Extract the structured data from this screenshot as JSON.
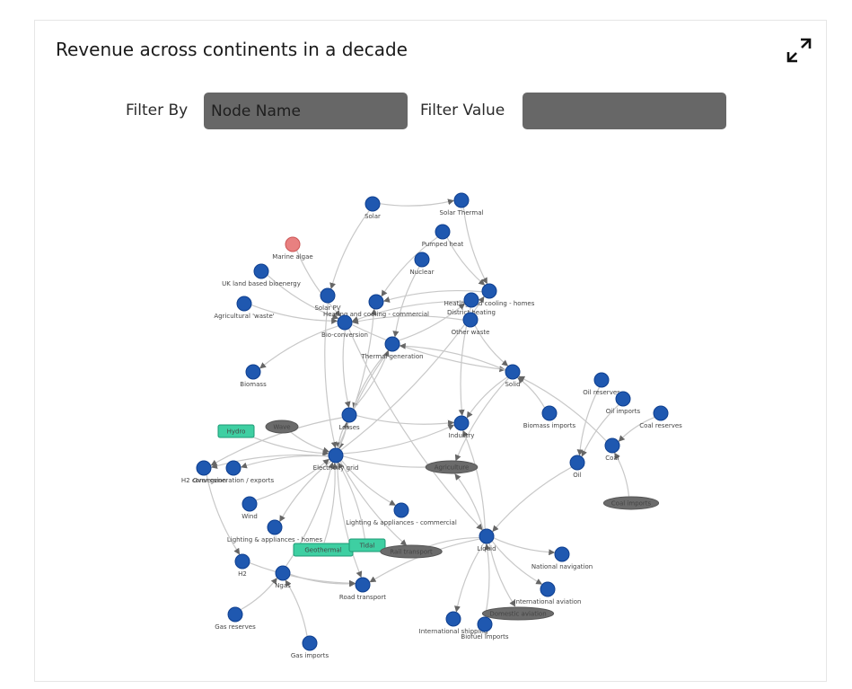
{
  "title": "Revenue across continents in a decade",
  "filters": {
    "by_label": "Filter By",
    "by_value": "Node Name",
    "value_label": "Filter Value",
    "value_value": ""
  },
  "colors": {
    "node": "#1f58b0",
    "node_stroke": "#0f3f8f",
    "node_highlight": "#e88080",
    "box": "#3ecfa2",
    "ellipse": "#6b6b6b",
    "edge": "#c8c8c8",
    "arrow": "#666666"
  },
  "icons": {
    "expand": "expand-arrows-icon"
  },
  "nodes": [
    {
      "id": "solar",
      "label": "Solar",
      "shape": "circle"
    },
    {
      "id": "solar_thermal",
      "label": "Solar Thermal",
      "shape": "circle"
    },
    {
      "id": "pumped_heat",
      "label": "Pumped heat",
      "shape": "circle"
    },
    {
      "id": "marine_algae",
      "label": "Marine algae",
      "shape": "circle",
      "highlight": true
    },
    {
      "id": "nuclear",
      "label": "Nuclear",
      "shape": "circle"
    },
    {
      "id": "uk_bio",
      "label": "UK land based bioenergy",
      "shape": "circle"
    },
    {
      "id": "solar_pv",
      "label": "Solar PV",
      "shape": "circle"
    },
    {
      "id": "heat_commercial",
      "label": "Heating and cooling - commercial",
      "shape": "circle"
    },
    {
      "id": "heat_homes",
      "label": "Heating and cooling - homes",
      "shape": "circle"
    },
    {
      "id": "district_heating",
      "label": "District heating",
      "shape": "circle"
    },
    {
      "id": "agri_waste",
      "label": "Agricultural 'waste'",
      "shape": "circle"
    },
    {
      "id": "bio_conversion",
      "label": "Bio-conversion",
      "shape": "circle"
    },
    {
      "id": "other_waste",
      "label": "Other waste",
      "shape": "circle"
    },
    {
      "id": "thermal_gen",
      "label": "Thermal generation",
      "shape": "circle"
    },
    {
      "id": "biomass",
      "label": "Biomass",
      "shape": "circle"
    },
    {
      "id": "solid",
      "label": "Solid",
      "shape": "circle"
    },
    {
      "id": "oil_reserves",
      "label": "Oil reserves",
      "shape": "circle"
    },
    {
      "id": "oil_imports",
      "label": "Oil imports",
      "shape": "circle"
    },
    {
      "id": "coal_reserves",
      "label": "Coal reserves",
      "shape": "circle"
    },
    {
      "id": "losses",
      "label": "Losses",
      "shape": "circle"
    },
    {
      "id": "biomass_imports",
      "label": "Biomass imports",
      "shape": "circle"
    },
    {
      "id": "industry",
      "label": "Industry",
      "shape": "circle"
    },
    {
      "id": "hydro",
      "label": "Hydro",
      "shape": "box"
    },
    {
      "id": "wave",
      "label": "Wave",
      "shape": "ellipse"
    },
    {
      "id": "coal",
      "label": "Coal",
      "shape": "circle"
    },
    {
      "id": "h2_conversion",
      "label": "H2 conversion",
      "shape": "circle"
    },
    {
      "id": "over_gen",
      "label": "Over generation / exports",
      "shape": "circle"
    },
    {
      "id": "electricity_grid",
      "label": "Electricity grid",
      "shape": "circle"
    },
    {
      "id": "agriculture",
      "label": "Agriculture",
      "shape": "ellipse"
    },
    {
      "id": "oil",
      "label": "Oil",
      "shape": "circle"
    },
    {
      "id": "coal_imports",
      "label": "Coal imports",
      "shape": "ellipse"
    },
    {
      "id": "wind",
      "label": "Wind",
      "shape": "circle"
    },
    {
      "id": "lighting_commercial",
      "label": "Lighting & appliances - commercial",
      "shape": "circle"
    },
    {
      "id": "lighting_homes",
      "label": "Lighting & appliances - homes",
      "shape": "circle"
    },
    {
      "id": "geothermal",
      "label": "Geothermal",
      "shape": "box"
    },
    {
      "id": "tidal",
      "label": "Tidal",
      "shape": "box"
    },
    {
      "id": "rail_transport",
      "label": "Rail transport",
      "shape": "ellipse"
    },
    {
      "id": "liquid",
      "label": "Liquid",
      "shape": "circle"
    },
    {
      "id": "national_navigation",
      "label": "National navigation",
      "shape": "circle"
    },
    {
      "id": "h2",
      "label": "H2",
      "shape": "circle"
    },
    {
      "id": "ngas",
      "label": "Ngas",
      "shape": "circle"
    },
    {
      "id": "road_transport",
      "label": "Road transport",
      "shape": "circle"
    },
    {
      "id": "international_aviation",
      "label": "International aviation",
      "shape": "circle"
    },
    {
      "id": "domestic_aviation",
      "label": "Domestic aviation",
      "shape": "ellipse"
    },
    {
      "id": "gas_reserves",
      "label": "Gas reserves",
      "shape": "circle"
    },
    {
      "id": "international_shipping",
      "label": "International shipping",
      "shape": "circle"
    },
    {
      "id": "biofuel_imports",
      "label": "Biofuel imports",
      "shape": "circle"
    },
    {
      "id": "gas_imports",
      "label": "Gas imports",
      "shape": "circle"
    }
  ],
  "edges": [
    [
      "solar",
      "solar_pv"
    ],
    [
      "solar",
      "solar_thermal"
    ],
    [
      "solar_thermal",
      "heat_homes"
    ],
    [
      "pumped_heat",
      "heat_homes"
    ],
    [
      "pumped_heat",
      "heat_commercial"
    ],
    [
      "marine_algae",
      "bio_conversion"
    ],
    [
      "uk_bio",
      "bio_conversion"
    ],
    [
      "agri_waste",
      "bio_conversion"
    ],
    [
      "nuclear",
      "thermal_gen"
    ],
    [
      "solar_pv",
      "electricity_grid"
    ],
    [
      "heat_homes",
      "heat_commercial"
    ],
    [
      "district_heating",
      "bio_conversion"
    ],
    [
      "district_heating",
      "industry"
    ],
    [
      "other_waste",
      "bio_conversion"
    ],
    [
      "other_waste",
      "solid"
    ],
    [
      "bio_conversion",
      "biomass"
    ],
    [
      "bio_conversion",
      "gas_node"
    ],
    [
      "bio_conversion",
      "liquid"
    ],
    [
      "bio_conversion",
      "solid"
    ],
    [
      "thermal_gen",
      "electricity_grid"
    ],
    [
      "thermal_gen",
      "district_heating"
    ],
    [
      "thermal_gen",
      "losses"
    ],
    [
      "solid",
      "thermal_gen"
    ],
    [
      "solid",
      "industry"
    ],
    [
      "solid",
      "agriculture"
    ],
    [
      "biomass_imports",
      "solid"
    ],
    [
      "oil_reserves",
      "oil"
    ],
    [
      "oil_imports",
      "oil"
    ],
    [
      "coal_reserves",
      "coal"
    ],
    [
      "coal_imports",
      "coal"
    ],
    [
      "coal",
      "solid"
    ],
    [
      "oil",
      "liquid"
    ],
    [
      "losses",
      "electricity_grid"
    ],
    [
      "gas_node",
      "thermal_gen"
    ],
    [
      "gas_node",
      "industry"
    ],
    [
      "gas_node",
      "electricity_grid"
    ],
    [
      "gas_node",
      "losses"
    ],
    [
      "hydro",
      "electricity_grid"
    ],
    [
      "wave",
      "electricity_grid"
    ],
    [
      "electricity_grid",
      "h2_conversion"
    ],
    [
      "electricity_grid",
      "over_gen"
    ],
    [
      "electricity_grid",
      "losses"
    ],
    [
      "electricity_grid",
      "industry"
    ],
    [
      "electricity_grid",
      "agriculture"
    ],
    [
      "electricity_grid",
      "lighting_commercial"
    ],
    [
      "electricity_grid",
      "lighting_homes"
    ],
    [
      "electricity_grid",
      "road_transport"
    ],
    [
      "electricity_grid",
      "rail_transport"
    ],
    [
      "electricity_grid",
      "heat_commercial"
    ],
    [
      "electricity_grid",
      "heat_homes"
    ],
    [
      "wind",
      "electricity_grid"
    ],
    [
      "geothermal",
      "electricity_grid"
    ],
    [
      "tidal",
      "electricity_grid"
    ],
    [
      "h2_conversion",
      "h2"
    ],
    [
      "h2",
      "road_transport"
    ],
    [
      "ngas",
      "road_transport"
    ],
    [
      "ngas",
      "electricity_grid"
    ],
    [
      "gas_reserves",
      "ngas"
    ],
    [
      "gas_imports",
      "ngas"
    ],
    [
      "liquid",
      "road_transport"
    ],
    [
      "liquid",
      "rail_transport"
    ],
    [
      "liquid",
      "national_navigation"
    ],
    [
      "liquid",
      "international_aviation"
    ],
    [
      "liquid",
      "domestic_aviation"
    ],
    [
      "liquid",
      "international_shipping"
    ],
    [
      "liquid",
      "industry"
    ],
    [
      "liquid",
      "agriculture"
    ],
    [
      "biofuel_imports",
      "liquid"
    ],
    [
      "losses",
      "h2_conversion"
    ]
  ]
}
